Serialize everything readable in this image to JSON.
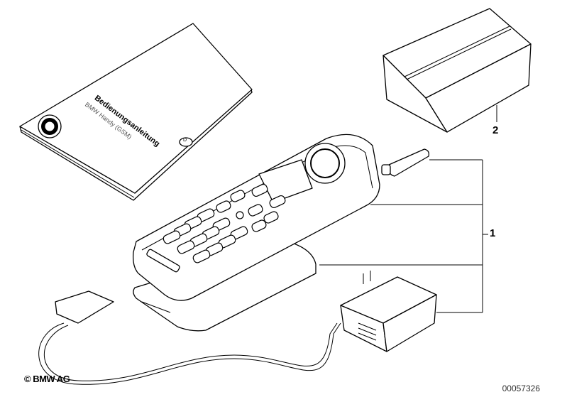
{
  "diagram": {
    "booklet": {
      "title": "Bedienungsanleitung",
      "subtitle": "BMW Handy (GSM)",
      "badge": "D"
    },
    "callouts": [
      {
        "label": "1"
      },
      {
        "label": "2"
      }
    ],
    "copyright": "© BMW AG",
    "image_number": "00057326"
  }
}
